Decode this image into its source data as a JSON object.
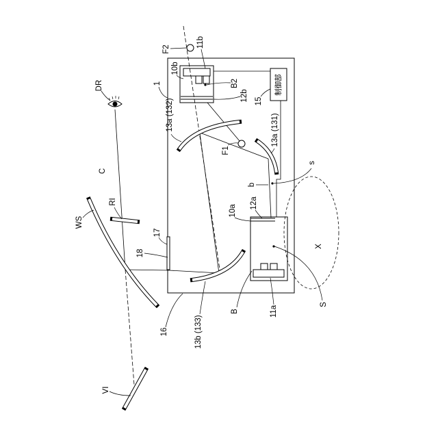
{
  "labels": {
    "f2": "F2",
    "n11b": "11b",
    "n10b": "10b",
    "n1": "1",
    "dr": "DR",
    "b2": "B2",
    "n12b": "12b",
    "controller": "制御部",
    "n15": "15",
    "n13a_132": "13a (132)",
    "n13a_131": "13a (131)",
    "f1": "F1",
    "c": "C",
    "s_lower": "s",
    "b_lower": "b",
    "ri": "RI",
    "ws": "WS",
    "n10a": "10a",
    "n12a": "12a",
    "n17": "17",
    "n18": "18",
    "x": "X",
    "b_upper": "B",
    "n11a": "11a",
    "s_upper": "S",
    "n16": "16",
    "n13b_133": "13b (133)",
    "vi": "VI"
  }
}
